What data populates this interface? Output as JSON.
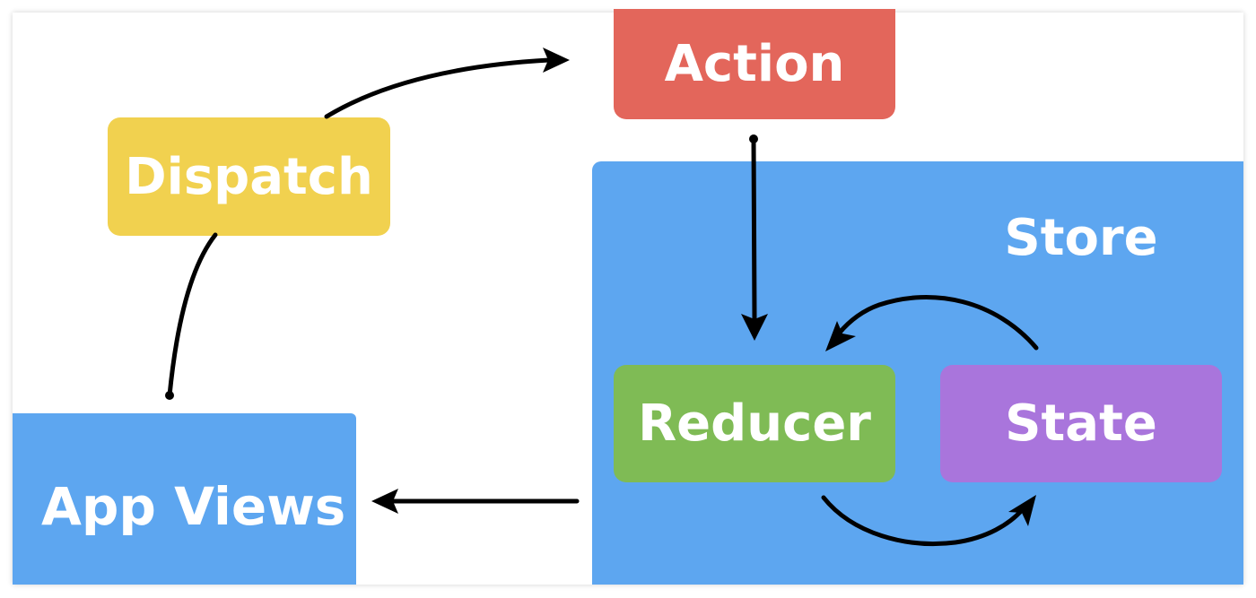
{
  "nodes": {
    "action": "Action",
    "dispatch": "Dispatch",
    "store": "Store",
    "reducer": "Reducer",
    "state": "State",
    "app_views": "App Views"
  },
  "colors": {
    "action": "#e3665b",
    "dispatch": "#f1d14f",
    "store": "#5da6f0",
    "reducer": "#7fbb55",
    "state": "#a975dc",
    "app_views": "#5da6f0",
    "arrow": "#000000"
  },
  "edges": [
    {
      "from": "app_views",
      "to": "action",
      "via": "dispatch"
    },
    {
      "from": "action",
      "to": "reducer"
    },
    {
      "from": "reducer",
      "to": "state"
    },
    {
      "from": "state",
      "to": "reducer"
    },
    {
      "from": "store",
      "to": "app_views"
    }
  ]
}
